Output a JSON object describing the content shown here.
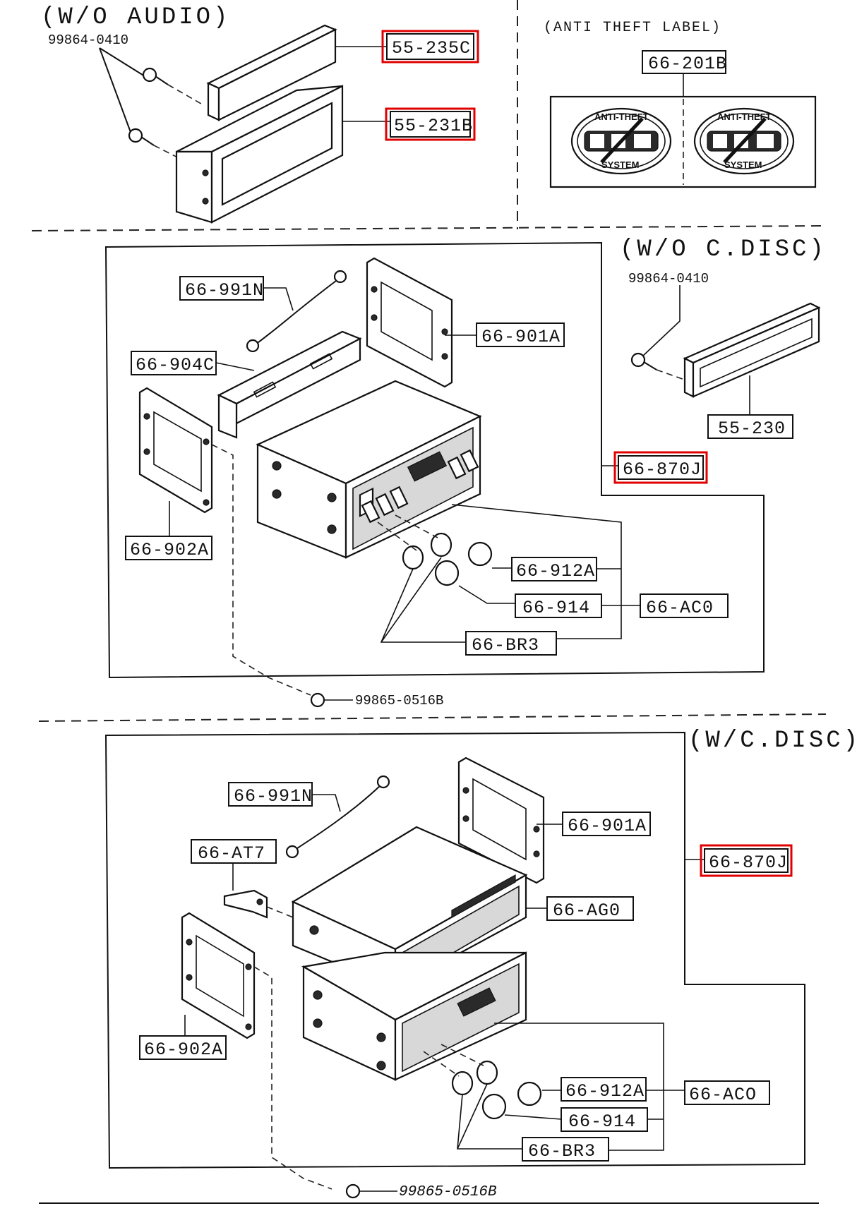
{
  "sections": {
    "wo_audio": {
      "title": "(W/O AUDIO)",
      "screw": "99864-0410",
      "parts": [
        "55-235C",
        "55-231B"
      ]
    },
    "anti_theft": {
      "title": "(ANTI THEFT LABEL)",
      "part": "66-201B",
      "badge_top": "ANTI-THEFT",
      "badge_bottom": "SYSTEM"
    },
    "wo_cdisc": {
      "title": "(W/O C.DISC)",
      "screw": "99864-0410",
      "part": "55-230",
      "labels": {
        "ground_strap": "66-991N",
        "bracket_right": "66-901A",
        "bracket_top": "66-904C",
        "bracket_left": "66-902A",
        "assembly": "66-870J",
        "knob": "66-912A",
        "knob_small": "66-914",
        "knob_set": "66-AC0",
        "ring": "66-BR3"
      },
      "bottom_screw": "99865-0516B"
    },
    "w_cdisc": {
      "title": "(W/C.DISC)",
      "labels": {
        "ground_strap": "66-991N",
        "bracket_right": "66-901A",
        "clip": "66-AT7",
        "assembly": "66-870J",
        "cd_unit": "66-AG0",
        "bracket_left": "66-902A",
        "knob": "66-912A",
        "knob_set": "66-ACO",
        "knob_small": "66-914",
        "ring": "66-BR3"
      },
      "bottom_screw": "99865-0516B"
    }
  },
  "highlight_color": "#e00000"
}
